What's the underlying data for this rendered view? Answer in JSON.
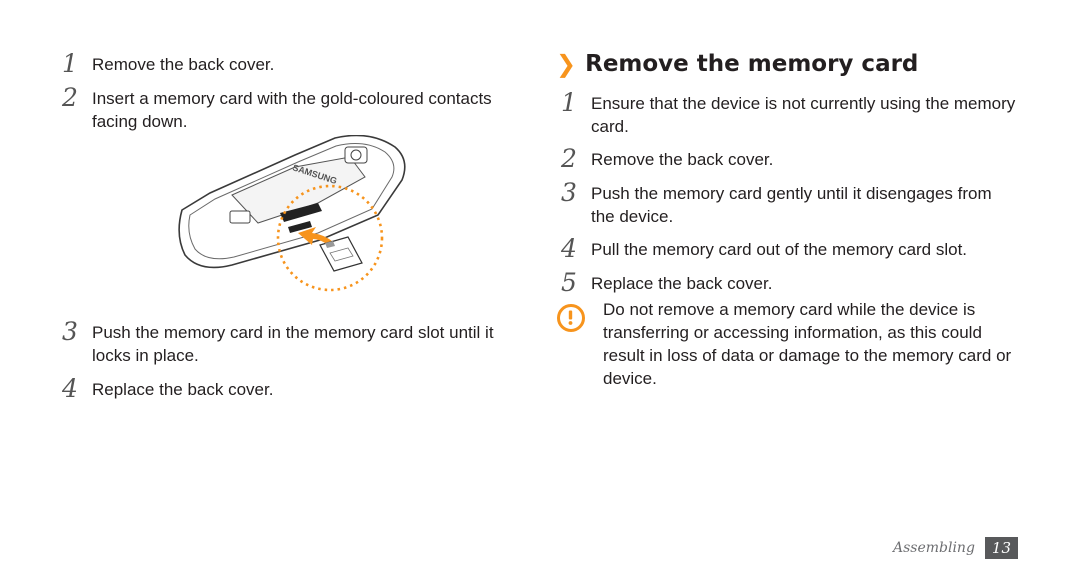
{
  "left_steps": [
    {
      "num": "1",
      "text": "Remove the back cover."
    },
    {
      "num": "2",
      "text": "Insert a memory card with the gold-coloured contacts facing down."
    },
    {
      "num": "3",
      "text": "Push the memory card in the memory card slot until it locks in place."
    },
    {
      "num": "4",
      "text": "Replace the back cover."
    }
  ],
  "illustration": {
    "brand_text": "SAMSUNG",
    "icon": "phone-back-memory-card-illustration",
    "accent_color": "#f7941d"
  },
  "section": {
    "title": "Remove the memory card",
    "chevron": "❯"
  },
  "right_steps": [
    {
      "num": "1",
      "text": "Ensure that the device is not currently using the memory card."
    },
    {
      "num": "2",
      "text": "Remove the back cover."
    },
    {
      "num": "3",
      "text": "Push the memory card gently until it disengages from the device."
    },
    {
      "num": "4",
      "text": "Pull the memory card out of the memory card slot."
    },
    {
      "num": "5",
      "text": "Replace the back cover."
    }
  ],
  "note": {
    "icon": "caution-icon",
    "text": "Do not remove a memory card while the device is transferring or accessing information, as this could result in loss of data or damage to the memory card or device."
  },
  "footer": {
    "section_name": "Assembling",
    "page_number": "13"
  }
}
